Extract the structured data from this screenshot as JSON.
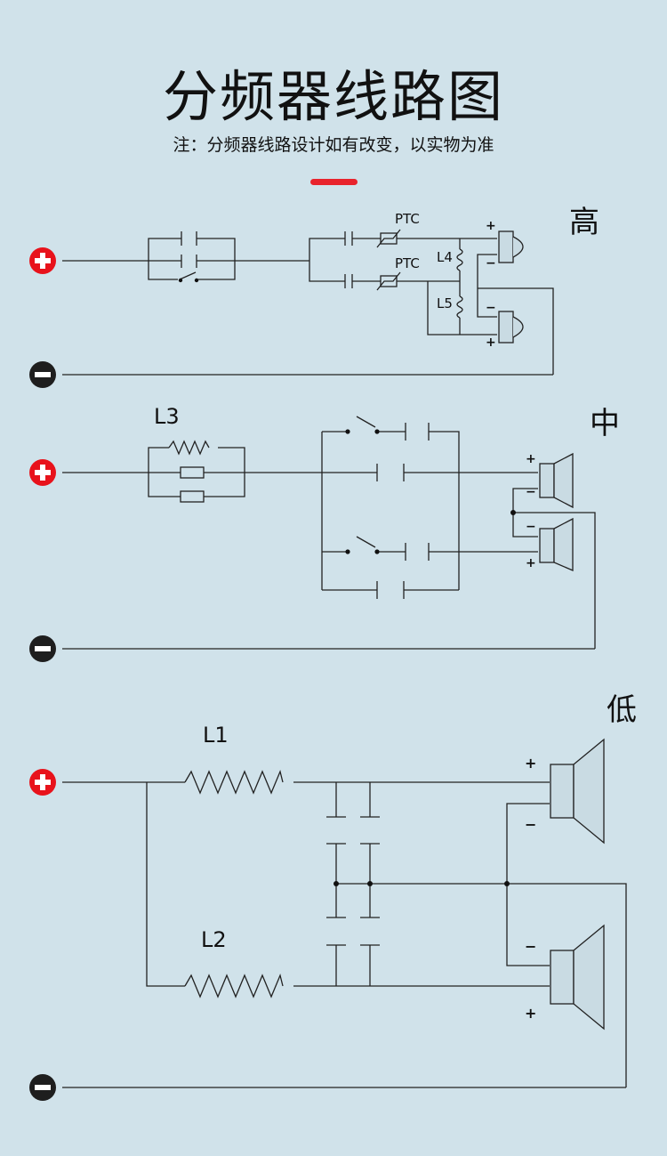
{
  "header": {
    "title": "分频器线路图",
    "note": "注：分频器线路设计如有改变，以实物为准"
  },
  "colors": {
    "background": "#d0e2ea",
    "accent": "#e8232c",
    "positive_terminal": "#e8121b",
    "negative_terminal": "#1e1e1e",
    "wire": "#222222",
    "speaker_fill": "#c9dbe3"
  },
  "high": {
    "label": "高",
    "ptc1": "PTC",
    "ptc2": "PTC",
    "l4": "L4",
    "l5": "L5",
    "tw1_plus": "+",
    "tw1_minus": "−",
    "tw2_minus": "−",
    "tw2_plus": "+"
  },
  "mid": {
    "label": "中",
    "l3": "L3",
    "sp1_plus": "+",
    "sp1_minus": "−",
    "sp2_minus": "−",
    "sp2_plus": "+"
  },
  "low": {
    "label": "低",
    "l1": "L1",
    "l2": "L2",
    "sp1_plus": "+",
    "sp1_minus": "−",
    "sp2_minus": "−",
    "sp2_plus": "+"
  },
  "icons": [
    "positive-terminal-icon",
    "negative-terminal-icon",
    "tweeter-icon",
    "speaker-icon"
  ]
}
